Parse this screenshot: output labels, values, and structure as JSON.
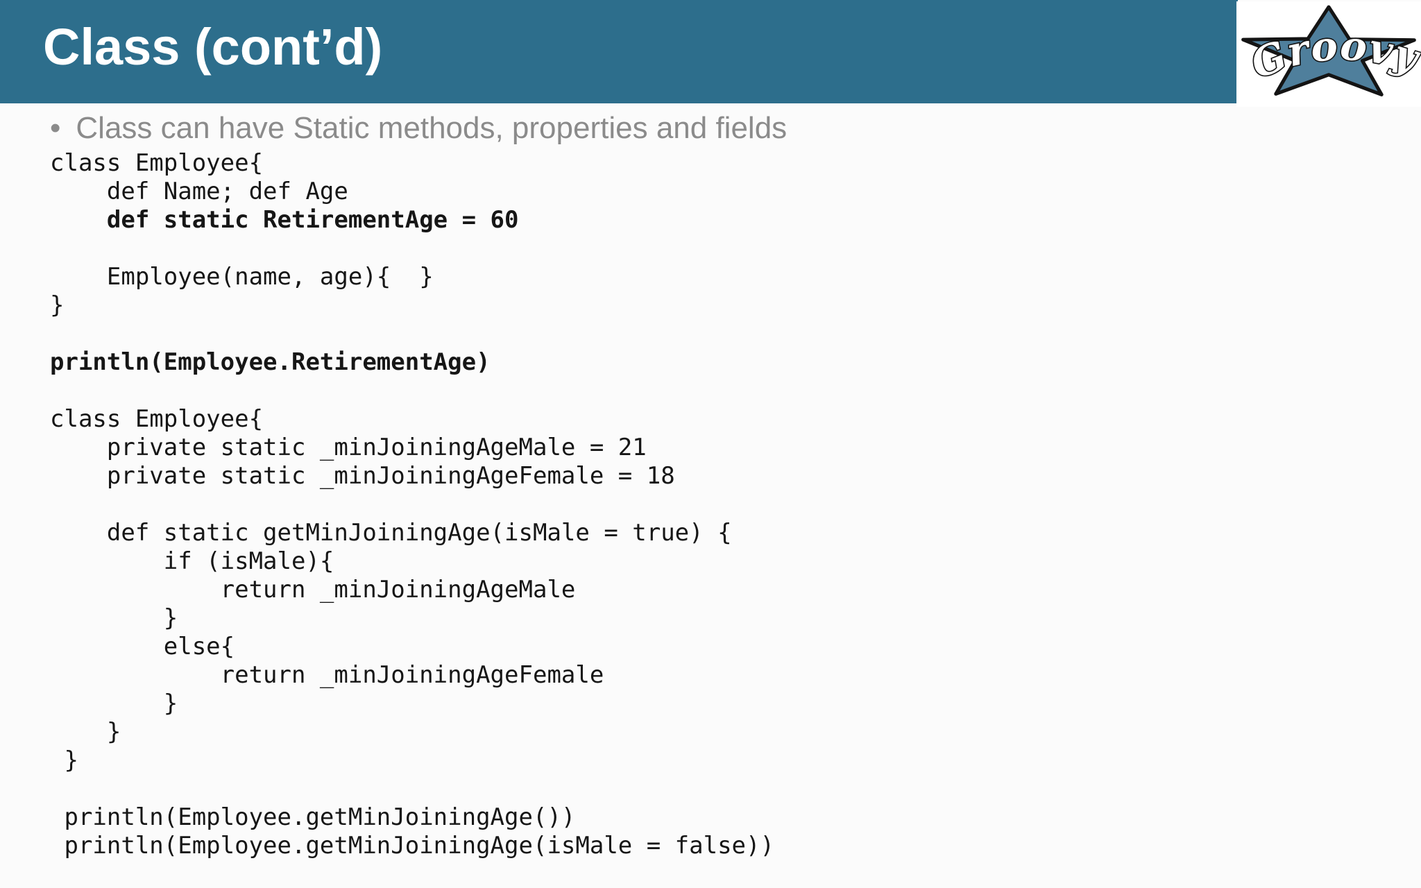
{
  "header": {
    "title": "Class (cont’d)",
    "logo_text": "Groovy"
  },
  "bullet": {
    "marker": "•",
    "text": "Class can have Static methods, properties and fields"
  },
  "code": {
    "lines": [
      {
        "text": "class Employee{",
        "bold": false
      },
      {
        "text": "    def Name; def Age",
        "bold": false
      },
      {
        "text": "    def static RetirementAge = 60",
        "bold": true
      },
      {
        "text": "",
        "bold": false
      },
      {
        "text": "    Employee(name, age){  }",
        "bold": false
      },
      {
        "text": "}",
        "bold": false
      },
      {
        "text": "",
        "bold": false
      },
      {
        "text": "println(Employee.RetirementAge)",
        "bold": true
      },
      {
        "text": "",
        "bold": false
      },
      {
        "text": "class Employee{",
        "bold": false
      },
      {
        "text": "    private static _minJoiningAgeMale = 21",
        "bold": false
      },
      {
        "text": "    private static _minJoiningAgeFemale = 18",
        "bold": false
      },
      {
        "text": "",
        "bold": false
      },
      {
        "text": "    def static getMinJoiningAge(isMale = true) {",
        "bold": false
      },
      {
        "text": "        if (isMale){",
        "bold": false
      },
      {
        "text": "            return _minJoiningAgeMale",
        "bold": false
      },
      {
        "text": "        }",
        "bold": false
      },
      {
        "text": "        else{",
        "bold": false
      },
      {
        "text": "            return _minJoiningAgeFemale",
        "bold": false
      },
      {
        "text": "        }",
        "bold": false
      },
      {
        "text": "    }",
        "bold": false
      },
      {
        "text": " }",
        "bold": false
      },
      {
        "text": "",
        "bold": false
      },
      {
        "text": " println(Employee.getMinJoiningAge())",
        "bold": false
      },
      {
        "text": " println(Employee.getMinJoiningAge(isMale = false))",
        "bold": false
      }
    ]
  },
  "colors": {
    "header-bg": "#2d6e8c",
    "star-fill": "#4f7f9c",
    "bullet-color": "#8b8b8b",
    "code-color": "#161616",
    "page-bg": "#fbfbfb",
    "title-color": "#ffffff"
  }
}
